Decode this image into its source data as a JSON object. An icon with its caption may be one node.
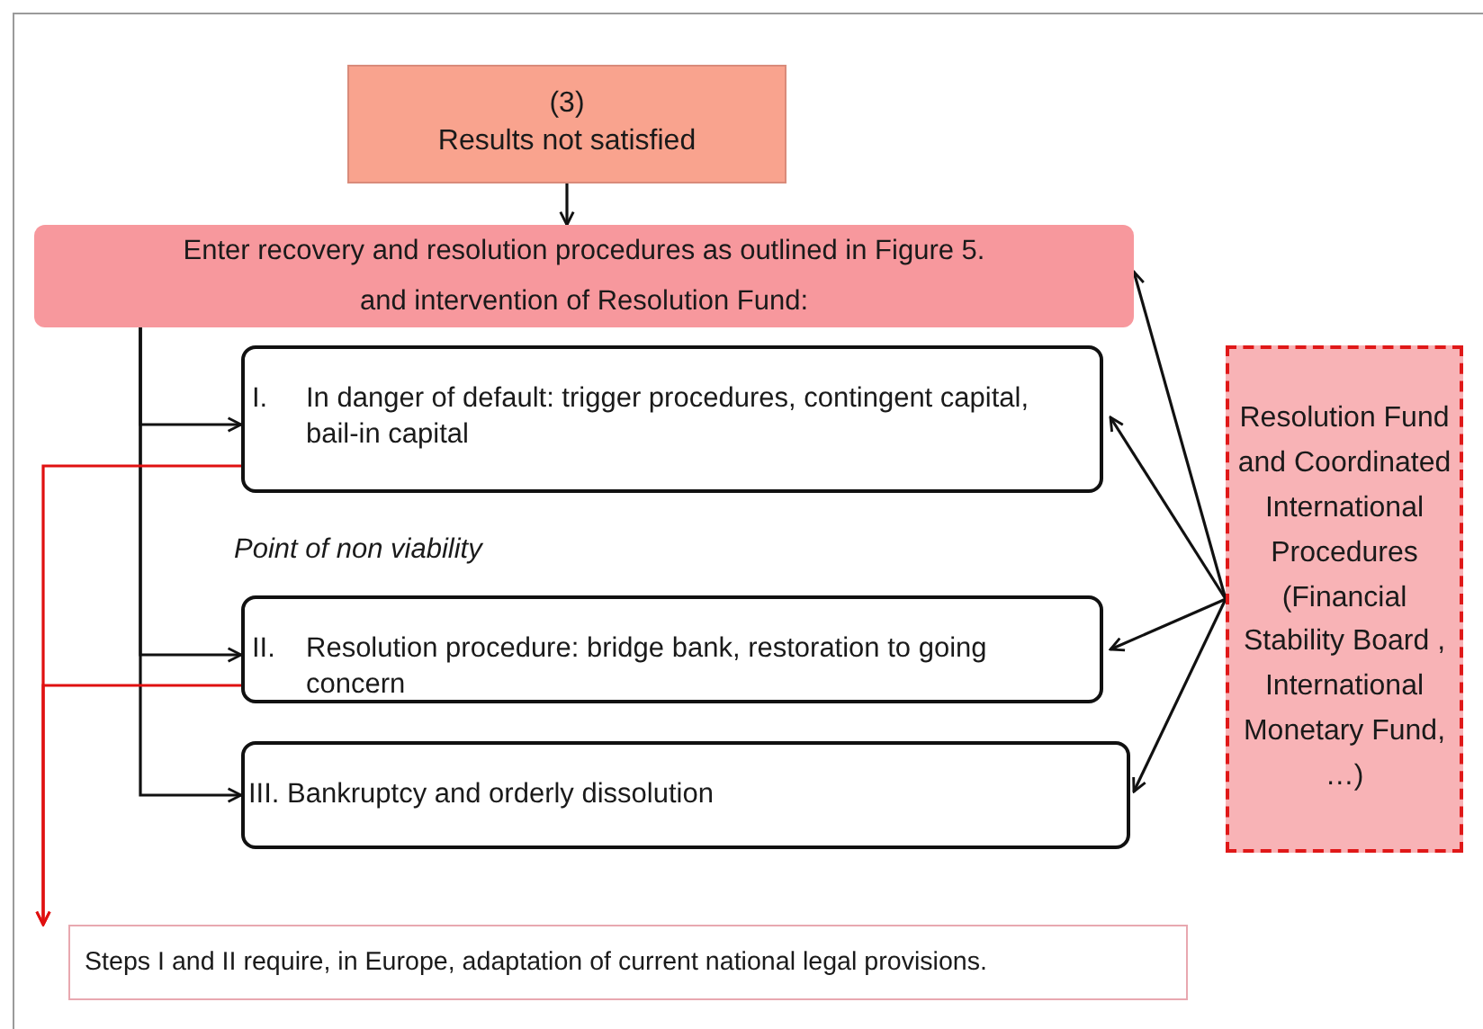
{
  "diagram": {
    "nodes": [
      {
        "text": [
          "(3)",
          "Results not satisfied"
        ]
      },
      {
        "text": [
          "Enter recovery and resolution procedures as outlined in Figure 5. and intervention of Resolution Fund:"
        ]
      },
      {
        "text": [
          "I.",
          "In danger of default:  trigger procedures, contingent capital, bail-in capital"
        ]
      },
      {
        "text": [
          "II.",
          "Resolution procedure: bridge bank, restoration to going concern"
        ]
      },
      {
        "text": [
          "III. Bankruptcy and orderly dissolution"
        ]
      },
      {
        "text": [
          "Resolution Fund and Coordinated International Procedures (Financial Stability Board , International Monetary Fund, …)"
        ]
      },
      {
        "text": [
          "Steps I and II require, in Europe, adaptation of current national legal provisions."
        ]
      }
    ],
    "edges": [
      {
        "from": 0,
        "to": 1,
        "arrow": "to"
      },
      {
        "from": 1,
        "to": 2,
        "arrow": "to"
      },
      {
        "from": 1,
        "to": 3,
        "arrow": "to"
      },
      {
        "from": 1,
        "to": 4,
        "arrow": "to"
      },
      {
        "from": 5,
        "to": 1,
        "arrow": "to"
      },
      {
        "from": 5,
        "to": 2,
        "arrow": "to"
      },
      {
        "from": 5,
        "to": 3,
        "arrow": "to"
      },
      {
        "from": 5,
        "to": 4,
        "arrow": "to"
      },
      {
        "from": 2,
        "to": 6,
        "arrow": "to",
        "color": "#e01010"
      },
      {
        "from": 3,
        "to": 6,
        "arrow": "to",
        "color": "#e01010"
      }
    ],
    "labels": [
      "Point of non viability"
    ]
  }
}
